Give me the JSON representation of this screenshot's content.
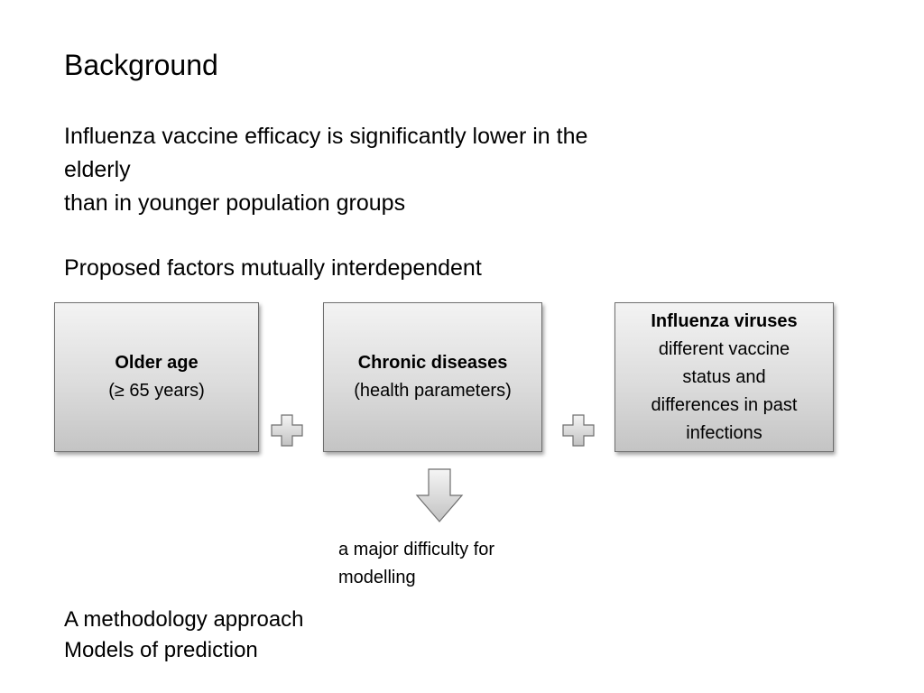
{
  "slide": {
    "title": "Background",
    "intro_lines": [
      "Influenza vaccine efficacy is significantly lower in the",
      "elderly",
      "than in younger population groups"
    ],
    "factors_heading": "Proposed factors mutually interdependent",
    "factors": [
      {
        "title": "Older age",
        "detail_lines": [
          "(≥ 65 years)"
        ]
      },
      {
        "title": "Chronic diseases",
        "detail_lines": [
          "(health parameters)"
        ]
      },
      {
        "title": "Influenza viruses",
        "detail_lines": [
          "different vaccine",
          "status and",
          "differences in past",
          "infections"
        ]
      }
    ],
    "arrow_note_lines": [
      "a major difficulty for",
      "modelling"
    ],
    "footer_lines": [
      "A methodology approach",
      "Models of prediction"
    ]
  },
  "icons": {
    "combine": "plus-icon",
    "result": "down-arrow-icon"
  },
  "colors": {
    "box_top": "#f3f3f3",
    "box_bottom": "#c4c4c4",
    "box_border": "#6e6e6e",
    "text": "#000000"
  }
}
